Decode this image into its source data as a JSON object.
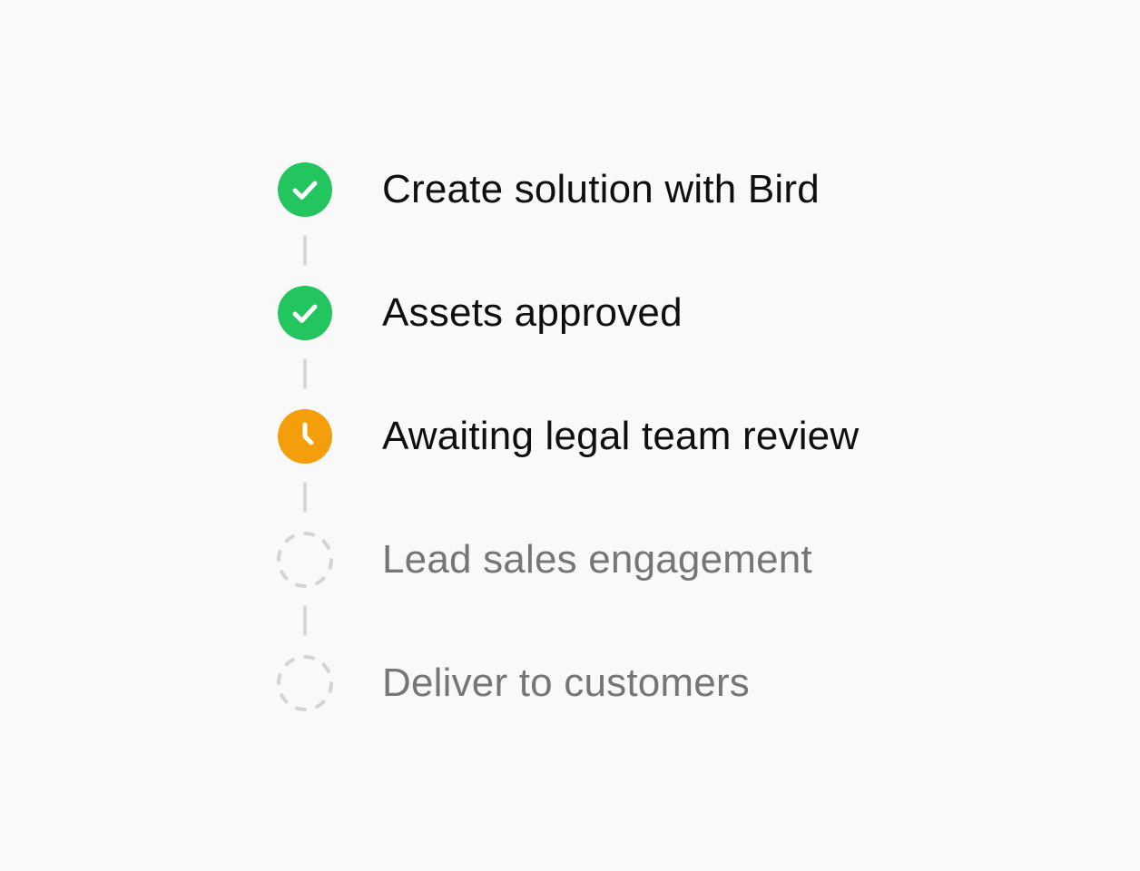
{
  "steps": [
    {
      "label": "Create solution with Bird",
      "status": "completed",
      "icon": "check-icon"
    },
    {
      "label": "Assets approved",
      "status": "completed",
      "icon": "check-icon"
    },
    {
      "label": "Awaiting legal team review",
      "status": "in-progress",
      "icon": "clock-icon"
    },
    {
      "label": "Lead sales engagement",
      "status": "pending",
      "icon": "dashed-circle-icon"
    },
    {
      "label": "Deliver to customers",
      "status": "pending",
      "icon": "dashed-circle-icon"
    }
  ],
  "colors": {
    "background": "#f9f9f9",
    "completed": "#22c55e",
    "in_progress": "#f59e0b",
    "pending": "#d4d4d4",
    "text_active": "#0f0f0f",
    "text_pending": "#767676",
    "connector": "#d9d9d9"
  }
}
